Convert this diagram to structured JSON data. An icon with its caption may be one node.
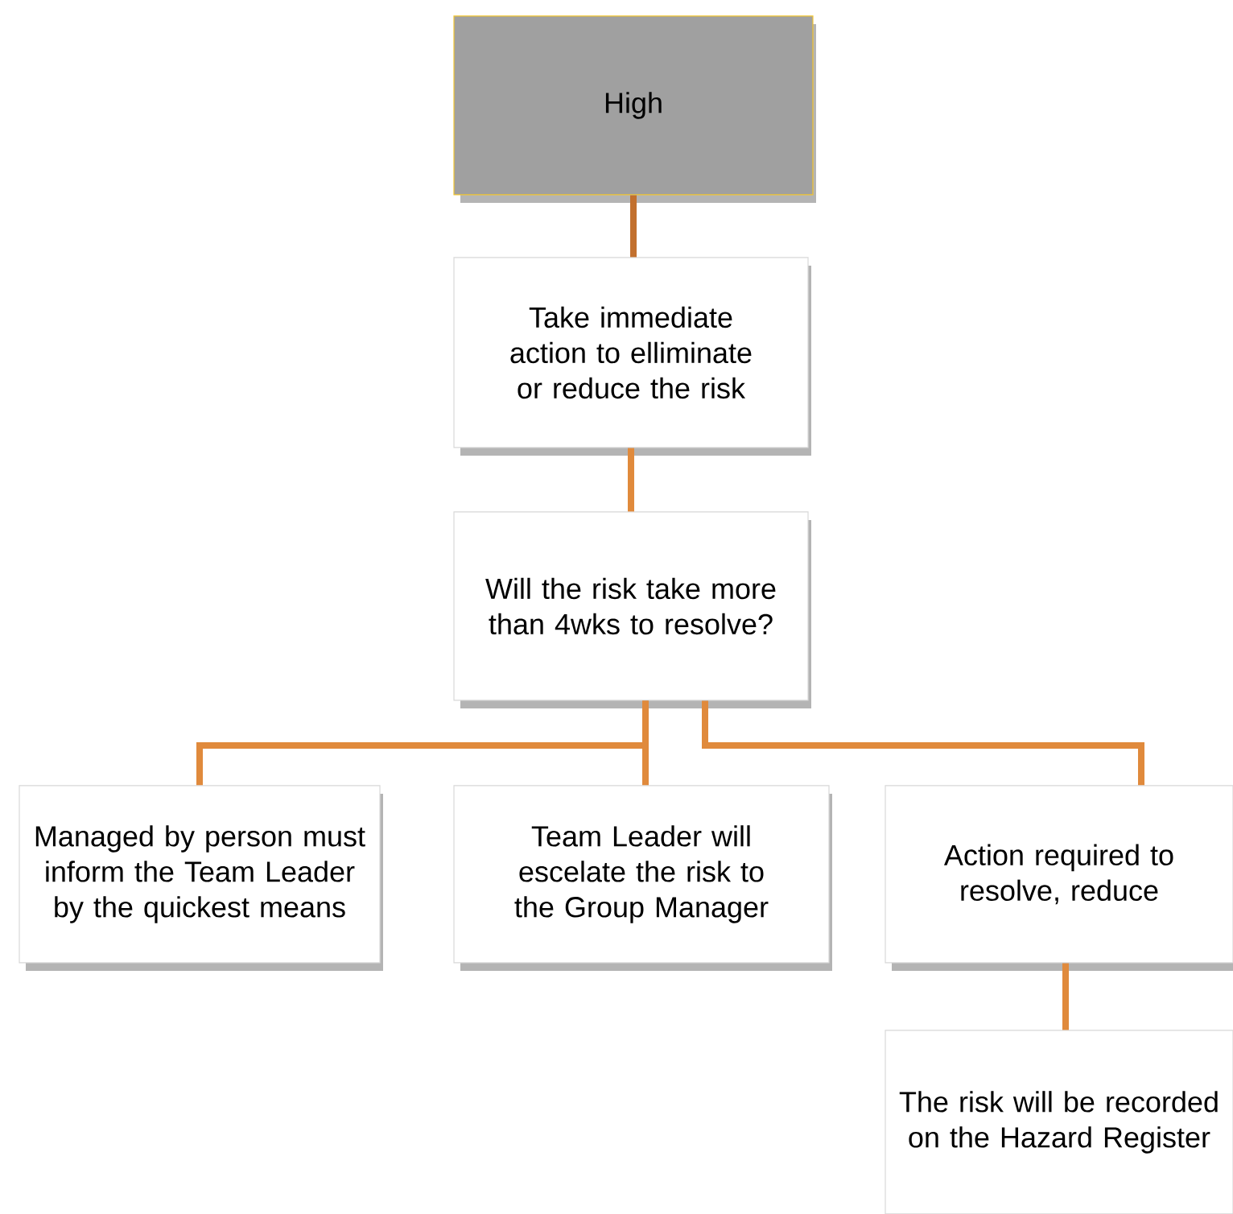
{
  "diagram": {
    "nodes": [
      {
        "text": [
          "High"
        ]
      },
      {
        "text": [
          "Take immediate action to elliminate or reduce the risk"
        ]
      },
      {
        "text": [
          "Will the risk take more than 4wks to resolve?"
        ]
      },
      {
        "text": [
          "Managed by person must inform the Team Leader by the quickest means"
        ]
      },
      {
        "text": [
          "Team Leader will escelate the risk to the Group Manager"
        ]
      },
      {
        "text": [
          "Action required to resolve, reduce"
        ]
      },
      {
        "text": [
          "The risk will be recorded on the Hazard Register"
        ]
      }
    ],
    "edges": [
      {
        "from": 0,
        "to": 1,
        "arrow": "none",
        "color": "#c2702e"
      },
      {
        "from": 1,
        "to": 2,
        "arrow": "none"
      },
      {
        "from": 2,
        "to": 3,
        "arrow": "none"
      },
      {
        "from": 2,
        "to": 4,
        "arrow": "none"
      },
      {
        "from": 2,
        "to": 5,
        "arrow": "none"
      },
      {
        "from": 5,
        "to": 6,
        "arrow": "none"
      }
    ]
  }
}
